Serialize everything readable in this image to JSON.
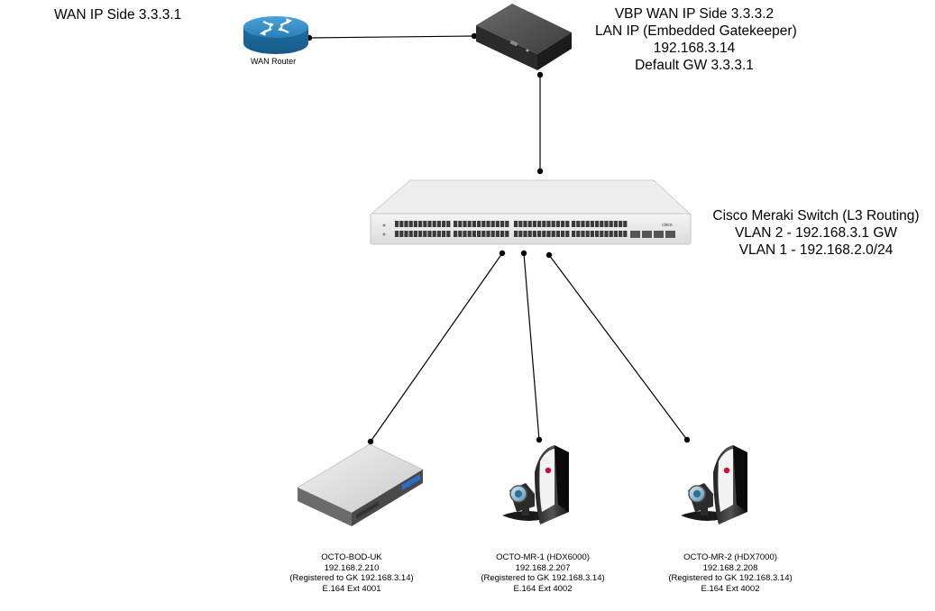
{
  "wan_label": "WAN IP Side 3.3.3.1",
  "router": {
    "label": "WAN Router"
  },
  "vbp": {
    "lines": [
      "VBP WAN IP Side 3.3.3.2",
      "LAN IP (Embedded Gatekeeper)",
      "192.168.3.14",
      "Default GW 3.3.3.1"
    ]
  },
  "switch": {
    "lines": [
      "Cisco Meraki Switch (L3 Routing)",
      "VLAN 2 - 192.168.3.1 GW",
      "VLAN 1 - 192.168.2.0/24"
    ],
    "logo": "cisco"
  },
  "devices": [
    {
      "icon": "server-appliance-icon",
      "lines": [
        "OCTO-BOD-UK",
        "192.168.2.210",
        "(Registered to GK 192.168.3.14)",
        "E.164 Ext 4001"
      ]
    },
    {
      "icon": "video-conference-endpoint-icon",
      "lines": [
        "OCTO-MR-1 (HDX6000)",
        "192.168.2.207",
        "(Registered to GK 192.168.3.14)",
        "E.164 Ext 4002"
      ]
    },
    {
      "icon": "video-conference-endpoint-icon",
      "lines": [
        "OCTO-MR-2 (HDX7000)",
        "192.168.2.208",
        "(Registered to GK 192.168.3.14)",
        "E.164 Ext 4002"
      ]
    }
  ],
  "colors": {
    "router_blue": "#2a7fb8",
    "polycom_red": "#c8102e",
    "line": "#000000"
  }
}
